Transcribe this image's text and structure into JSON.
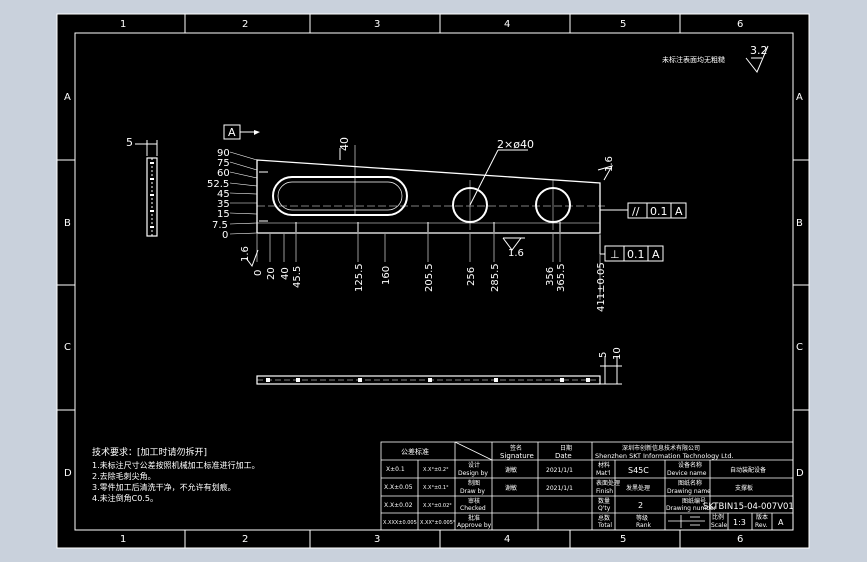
{
  "colors": {
    "outside": "#c9d1dc",
    "sheet": "#000000",
    "line": "#ffffff",
    "accent": "#ff2a2a",
    "hatch": "#ffffff"
  },
  "frame": {
    "zone_numbers_top": [
      "1",
      "2",
      "3",
      "4",
      "5",
      "6"
    ],
    "zone_numbers_bottom": [
      "1",
      "2",
      "3",
      "4",
      "5",
      "6"
    ],
    "zone_letters_left": [
      "A",
      "B",
      "C",
      "D"
    ],
    "zone_letters_right": [
      "A",
      "B",
      "C",
      "D"
    ]
  },
  "surface_note": "未标注表面均无粗糙",
  "roughness_symbol": "3.2",
  "datum": {
    "label": "A",
    "tolerance_parallel": "0.1",
    "tolerance_perpendicular": "0.1",
    "datum_ref": "A",
    "parallel_symbol": "//",
    "perpendicular_symbol": "⊥"
  },
  "dimensions": {
    "side_width": "5",
    "height_40": "40",
    "holes": "2×ø40",
    "left_heights": [
      "90",
      "75",
      "60",
      "52.5",
      "45",
      "35",
      "15",
      "7.5",
      "0"
    ],
    "bottom": [
      "0",
      "20",
      "40",
      "45.5",
      "125.5",
      "160",
      "205.5",
      "256",
      "285.5",
      "356",
      "365.5",
      "411±0.05"
    ],
    "roughness_left": "1.6",
    "roughness_bottom": "1.6",
    "roughness_right": "1.6",
    "bottom_view_5": "5",
    "bottom_view_10": "10"
  },
  "notes": {
    "title": "技术要求：[加工时请勿拆开]",
    "lines": [
      "1.未标注尺寸公差按照机械加工标准进行加工。",
      "2.去除毛刺尖角。",
      "3.零件加工后清洗干净，不允许有划痕。",
      "4.未注倒角C0.5。"
    ]
  },
  "title_block": {
    "header_tolerance": "公差标准",
    "header_signature_cn": "签名",
    "header_signature": "Signature",
    "header_date_cn": "日期",
    "header_date": "Date",
    "company_cn": "深圳市创新信息技术有限公司",
    "company_en": "Shenzhen SKT Information Technology Ltd.",
    "tol_rows": [
      {
        "a": "X±0.1",
        "b": "X.X°±0.2°"
      },
      {
        "a": "X.X±0.05",
        "b": "X.X°±0.1°"
      },
      {
        "a": "X.X±0.02",
        "b": "X.X°±0.02°"
      },
      {
        "a": "X.XXX±0.005",
        "b": "X.XX°±0.005°"
      }
    ],
    "design_label_cn": "设计",
    "design_label": "Design by",
    "design_name": "谢敏",
    "design_date": "2021/1/1",
    "draw_label_cn": "制图",
    "draw_label": "Draw by",
    "draw_name": "谢敏",
    "draw_date": "2021/1/1",
    "check_label_cn": "审核",
    "check_label": "Checked",
    "approve_label_cn": "批准",
    "approve_label": "Approve by",
    "material_label_cn": "材料",
    "material_label": "Mat'l",
    "material_value": "S45C",
    "device_label_cn": "设备名称",
    "device_label": "Device name",
    "device_value": "自动装配设备",
    "finish_label_cn": "表面处理",
    "finish_label": "Finish",
    "finish_value": "发黑处理",
    "drawing_name_label_cn": "图纸名称",
    "drawing_name_label": "Drawing name",
    "drawing_name_value": "支撑板",
    "qty_label_cn": "数量",
    "qty_label": "Q'ty",
    "qty_value": "2",
    "drawing_num_label_cn": "图纸编号",
    "drawing_num_label": "Drawing number",
    "drawing_number": "SKTBIN15-04-007V01",
    "total_label_cn": "总数",
    "total_label": "Total",
    "rank_label_cn": "等级",
    "rank_label": "Rank",
    "scale_label_cn": "比例",
    "scale_label": "Scale",
    "scale_value": "1:3",
    "rev_label_cn": "版本",
    "rev_label": "Rev.",
    "rev_value": "A"
  }
}
